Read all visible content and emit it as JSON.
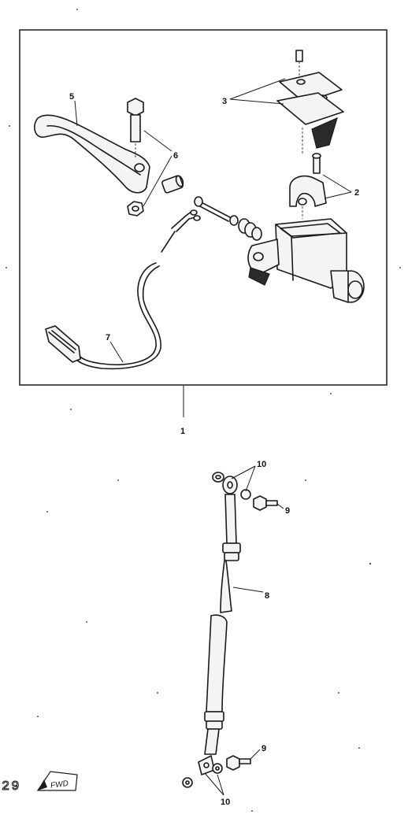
{
  "callouts": {
    "c1": "1",
    "c2": "2",
    "c3": "3",
    "c5": "5",
    "c6": "6",
    "c7": "7",
    "c8": "8",
    "c9a": "9",
    "c9b": "9",
    "c10a": "10",
    "c10b": "10"
  },
  "corner": {
    "page_code": "29",
    "fwd_label": "FWD"
  },
  "colors": {
    "line": "#1a1a1a",
    "background": "#ffffff"
  }
}
